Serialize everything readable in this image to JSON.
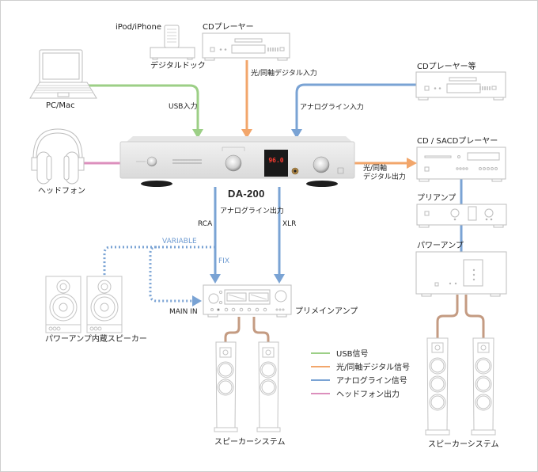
{
  "colors": {
    "usb": "#9ccf86",
    "digital": "#f2a66b",
    "analog": "#7aa3d4",
    "headphone": "#dc8fbd",
    "speaker_cable": "#c49b82",
    "device_outline": "#c8c8c8",
    "display_red": "#ff3b2f"
  },
  "center_device": {
    "name": "DA-200",
    "display_value": "96.0"
  },
  "sources": {
    "pc": "PC/Mac",
    "ipod": "iPod/iPhone",
    "dock": "デジタルドック",
    "cd_player": "CDプレーヤー",
    "cd_player_etc": "CDプレーヤー等",
    "headphones": "ヘッドフォン"
  },
  "connections": {
    "usb_in": "USB入力",
    "digital_in": "光/同軸デジタル入力",
    "analog_in": "アナログライン入力",
    "digital_out_line1": "光/同軸",
    "digital_out_line2": "デジタル出力",
    "analog_out": "アナログライン出力",
    "rca": "RCA",
    "xlr": "XLR",
    "variable": "VARIABLE",
    "fix": "FIX",
    "main_in": "MAIN IN"
  },
  "outputs": {
    "powered_speakers": "パワーアンプ内蔵スピーカー",
    "integrated_amp": "プリメインアンプ",
    "speaker_system_left": "スピーカーシステム",
    "cd_sacd": "CD / SACDプレーヤー",
    "preamp": "プリアンプ",
    "power_amp": "パワーアンプ",
    "speaker_system_right": "スピーカーシステム"
  },
  "legend": [
    {
      "label": "USB信号",
      "color": "#9ccf86"
    },
    {
      "label": "光/同軸デジタル信号",
      "color": "#f2a66b"
    },
    {
      "label": "アナログライン信号",
      "color": "#7aa3d4"
    },
    {
      "label": "ヘッドフォン出力",
      "color": "#dc8fbd"
    }
  ]
}
